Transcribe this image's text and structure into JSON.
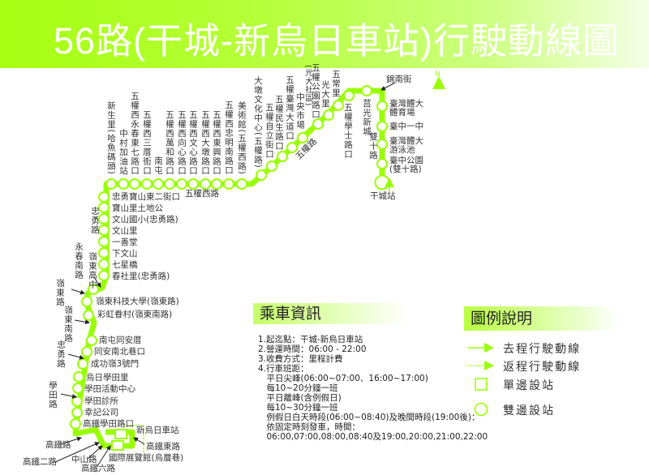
{
  "title": "56路(干城-新烏日車站)行駛動線圖",
  "north": "N",
  "colors": {
    "route": "#99ff00",
    "header": "#a6ff10"
  },
  "stops_top": [
    "新生里(哈魚碼頭)",
    "中村加油站",
    "五權西永春東七路口",
    "五權西三厝街口",
    "南屯",
    "五權西萬和路口",
    "五權西向心路口",
    "五權西文心路口",
    "五權西大墩路口",
    "五權西東興路口",
    "五權西忠明南路口",
    "美術館(五權西路)"
  ],
  "stops_diag": [
    "大墩文化中心(五權路)",
    "五權自立街口",
    "五權民生路口",
    "五權臺灣大道口",
    "中央市場",
    "五權公園路口",
    "(光大社區)",
    "光大里",
    "五常里",
    "五權學士路口",
    "莒光新城"
  ],
  "stops_right": [
    "臺灣體大",
    "體育場",
    "臺中一中",
    "臺灣體大",
    "游泳池",
    "臺中公園",
    "(雙十路)",
    "干城站"
  ],
  "stops_left": [
    "忠勇寶山東二街口",
    "寶山里土地公",
    "文山國小(忠勇路)",
    "文山里",
    "一善堂",
    "下文山",
    "七星橋",
    "春社里(忠勇路)",
    "嶺東高中",
    "嶺東科技大學(嶺東路)",
    "彩虹眷村(嶺東南路)",
    "南屯同安厝",
    "同安南北巷口",
    "成功嶺3號門",
    "烏日學田里",
    "學田活動中心",
    "學田診所",
    "幸記公司",
    "高鐵學田路口",
    "新烏日車站",
    "高鐵東路",
    "國際展覽館(烏層巷)"
  ],
  "roads": {
    "wuquan_west": "五權西路",
    "wuquan": "五權路",
    "jinnan": "錦南街",
    "shuangshi": "雙十路",
    "zhongyong": "忠勇路",
    "yongchun_south": "永春南路",
    "lingdong": "嶺東路",
    "lingdong_south": "嶺東南路",
    "zhongyong2": "忠勇路",
    "xuetian": "學田路",
    "hsr": "高鐵路",
    "hsr2": "高鐵二路",
    "zhongshan": "中山路",
    "hsr6": "高鐵六路"
  },
  "info": {
    "title": "乘車資訊",
    "lines": [
      "1.起迄點：干城-新烏日車站",
      "2.營運時間：06:00 - 22:00",
      "3.收費方式：里程計費",
      "4.行車班距：",
      "　平日尖峰(06:00~07:00、16:00~17:00)",
      "　每10~20分鐘一班",
      "　平日離峰(含例假日)",
      "　每10~30分鐘一班",
      "　例假日白天時段(06:00~08:40)及晚間時段(19:00後)：",
      "　依固定時刻發車，時間：",
      "　06:00,07:00,08:00,08:40及19:00,20:00,21:00,22:00"
    ]
  },
  "legend": {
    "title": "圖例說明",
    "outbound": "去程行駛動線",
    "return": "返程行駛動線",
    "single": "單邊設站",
    "double": "雙邊設站"
  }
}
